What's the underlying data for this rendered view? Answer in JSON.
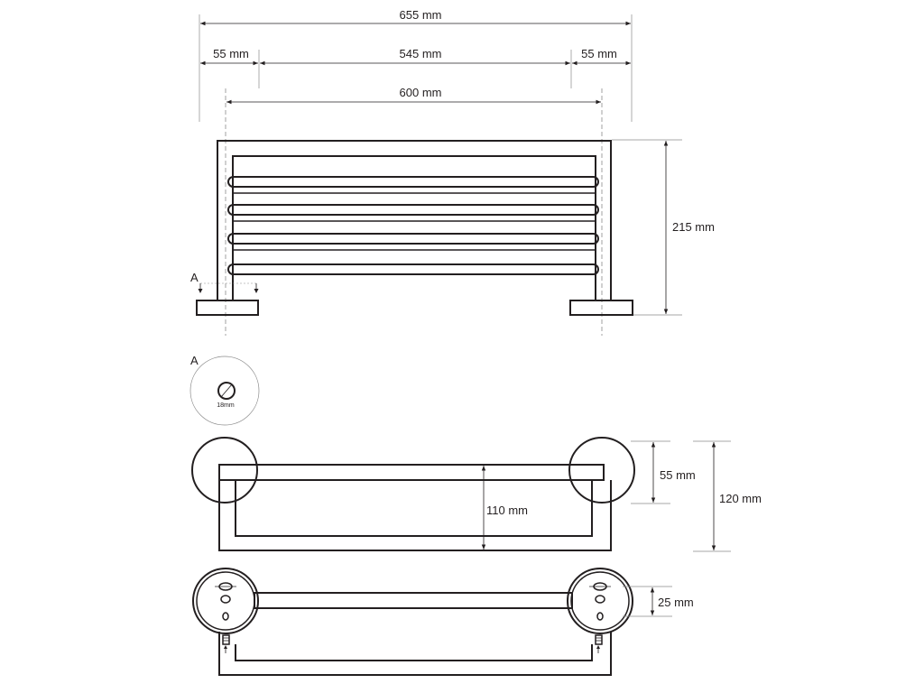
{
  "dimensions": {
    "overall_width": "655 mm",
    "left_offset": "55 mm",
    "middle_span": "545 mm",
    "right_offset": "55 mm",
    "center_distance": "600 mm",
    "height": "215 mm",
    "inner_depth": "110 mm",
    "shelf_depth": "55 mm",
    "overall_depth": "120 mm",
    "bar_spacing": "25 mm"
  },
  "section": {
    "label": "A",
    "detail_label": "A",
    "tube_diameter": "18mm"
  }
}
